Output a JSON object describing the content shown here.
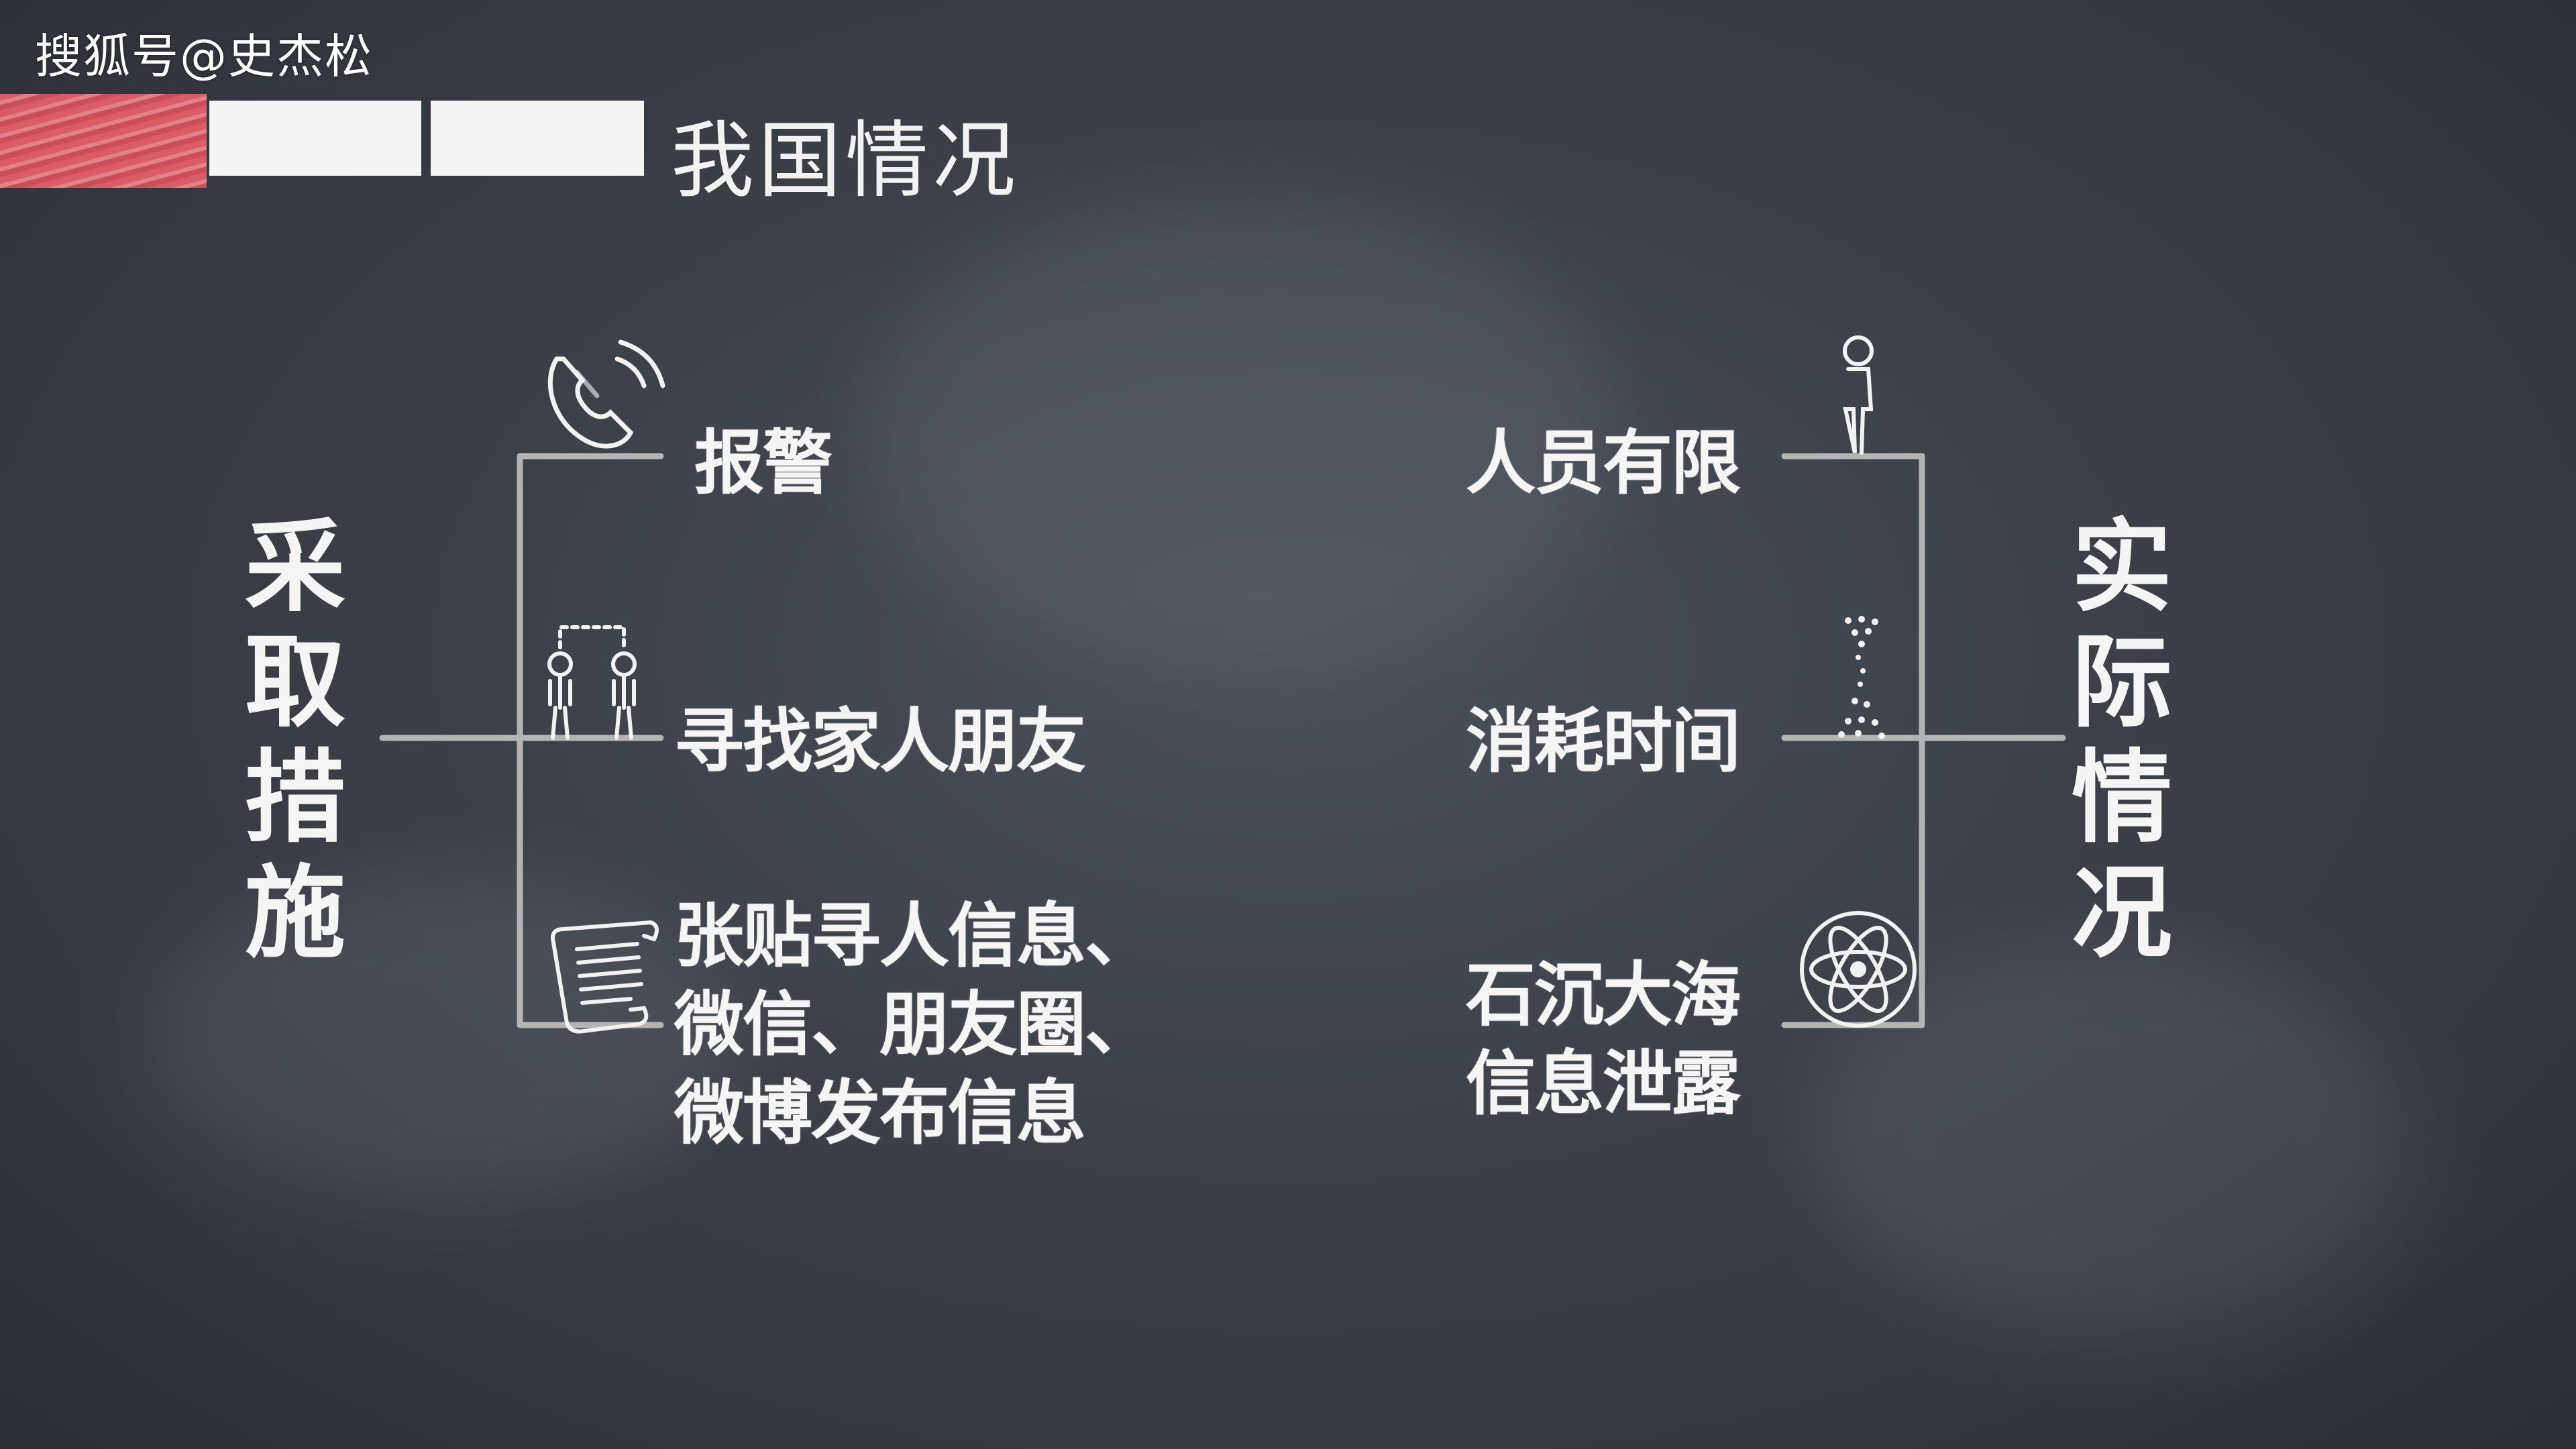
{
  "watermark": "搜狐号@史杰松",
  "page_title": "我国情况",
  "left_group": {
    "title": "采取措施",
    "items": [
      {
        "label": "报警",
        "icon": "telephone-icon"
      },
      {
        "label": "寻找家人朋友",
        "icon": "two-people-icon"
      },
      {
        "label_lines": [
          "张贴寻人信息、",
          "微信、朋友圈、",
          "微博发布信息"
        ],
        "icon": "scroll-icon"
      }
    ]
  },
  "right_group": {
    "title": "实际情况",
    "items": [
      {
        "label": "人员有限",
        "icon": "person-icon"
      },
      {
        "label": "消耗时间",
        "icon": "hourglass-sand-icon"
      },
      {
        "label_lines": [
          "石沉大海",
          "信息泄露"
        ],
        "icon": "atom-icon"
      }
    ]
  },
  "colors": {
    "background": "#3c4148",
    "accent": "#e8606a",
    "text": "#f5f5f5",
    "line": "#c8c8c8"
  }
}
